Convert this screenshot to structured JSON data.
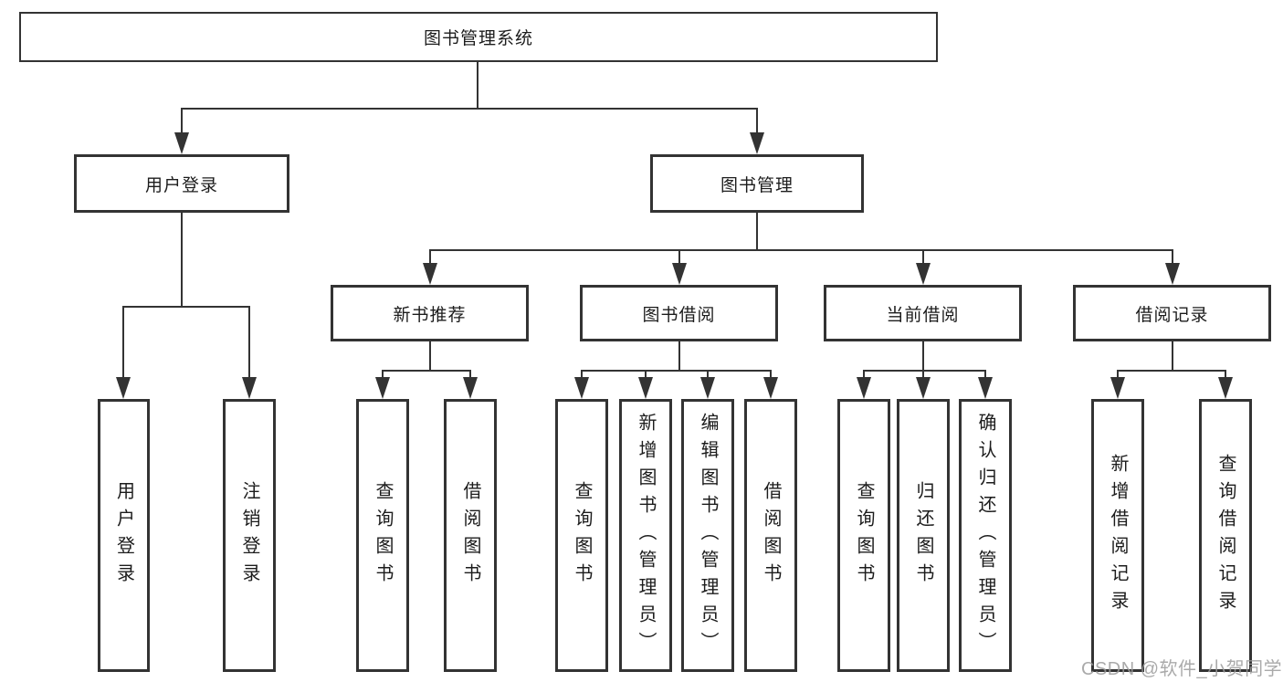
{
  "tree": {
    "label": "图书管理系统",
    "children": [
      {
        "label": "用户登录",
        "children": [
          {
            "label": "用户登录"
          },
          {
            "label": "注销登录"
          }
        ]
      },
      {
        "label": "图书管理",
        "children": [
          {
            "label": "新书推荐",
            "children": [
              {
                "label": "查询图书"
              },
              {
                "label": "借阅图书"
              }
            ]
          },
          {
            "label": "图书借阅",
            "children": [
              {
                "label": "查询图书"
              },
              {
                "label": "新增图书（管理员）"
              },
              {
                "label": "编辑图书（管理员）"
              },
              {
                "label": "借阅图书"
              }
            ]
          },
          {
            "label": "当前借阅",
            "children": [
              {
                "label": "查询图书"
              },
              {
                "label": "归还图书"
              },
              {
                "label": "确认归还（管理员）"
              }
            ]
          },
          {
            "label": "借阅记录",
            "children": [
              {
                "label": "新增借阅记录"
              },
              {
                "label": "查询借阅记录"
              }
            ]
          }
        ]
      }
    ]
  },
  "watermark": "CSDN @软件_小贺同学",
  "colors": {
    "line": "#333333",
    "box_border": "#333333",
    "box_fill": "#ffffff",
    "text": "#1c1c1c",
    "watermark": "#9c9c9c",
    "background": "#ffffff"
  }
}
